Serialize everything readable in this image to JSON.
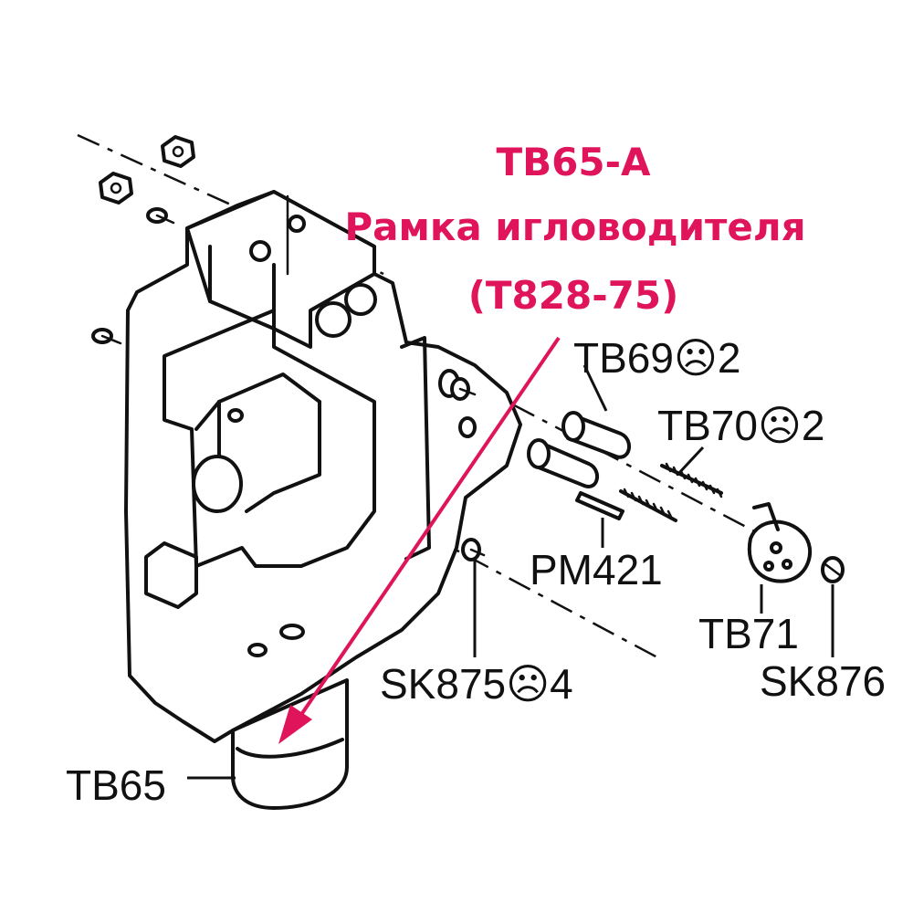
{
  "title": {
    "code": "TB65-A",
    "name": "Рамка игловодителя",
    "ref": "(T828-75)"
  },
  "part_labels": {
    "tb69": "TB69☹2",
    "tb70": "TB70☹2",
    "pm421": "PM421",
    "sk875": "SK875☹4",
    "tb71": "TB71",
    "sk876": "SK876",
    "tb65": "TB65"
  },
  "colors": {
    "title": "#e0145a",
    "arrow": "#e0145a",
    "line": "#111111"
  }
}
